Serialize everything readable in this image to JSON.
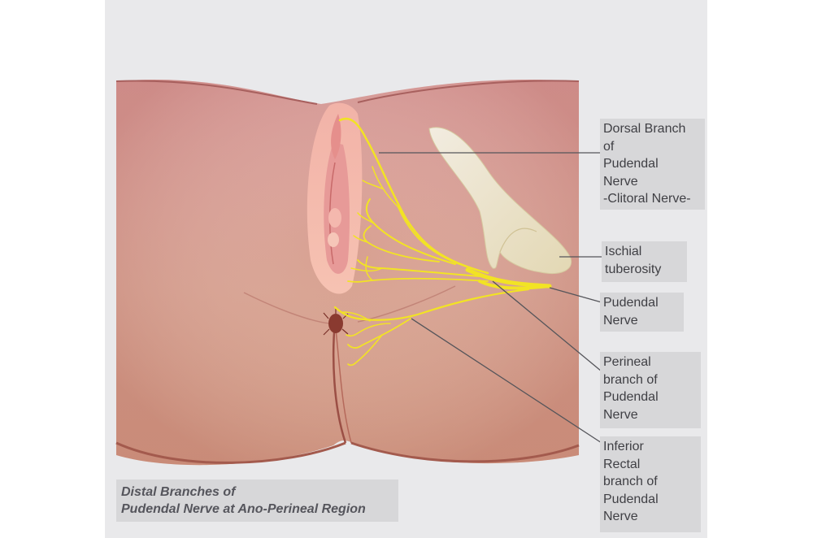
{
  "labels": {
    "dorsal_branch": "Dorsal Branch\nof\nPudendal\nNerve\n-Clitoral Nerve-",
    "ischial_tuberosity": "Ischial\ntuberosity",
    "pudendal_nerve": "Pudendal\nNerve",
    "perineal_branch": "Perineal\nbranch of\nPudendal\nNerve",
    "inferior_rectal_branch": "Inferior\nRectal\nbranch of\nPudendal\nNerve"
  },
  "caption": "Distal Branches of\nPudendal Nerve at Ano-Perineal Region",
  "colors": {
    "background": "#e9e9eb",
    "skin": "#d49a8a",
    "nerve": "#f2e324",
    "bone": "#efe7cc",
    "label_box": "#d7d7d9",
    "leader_line": "#55555a"
  }
}
